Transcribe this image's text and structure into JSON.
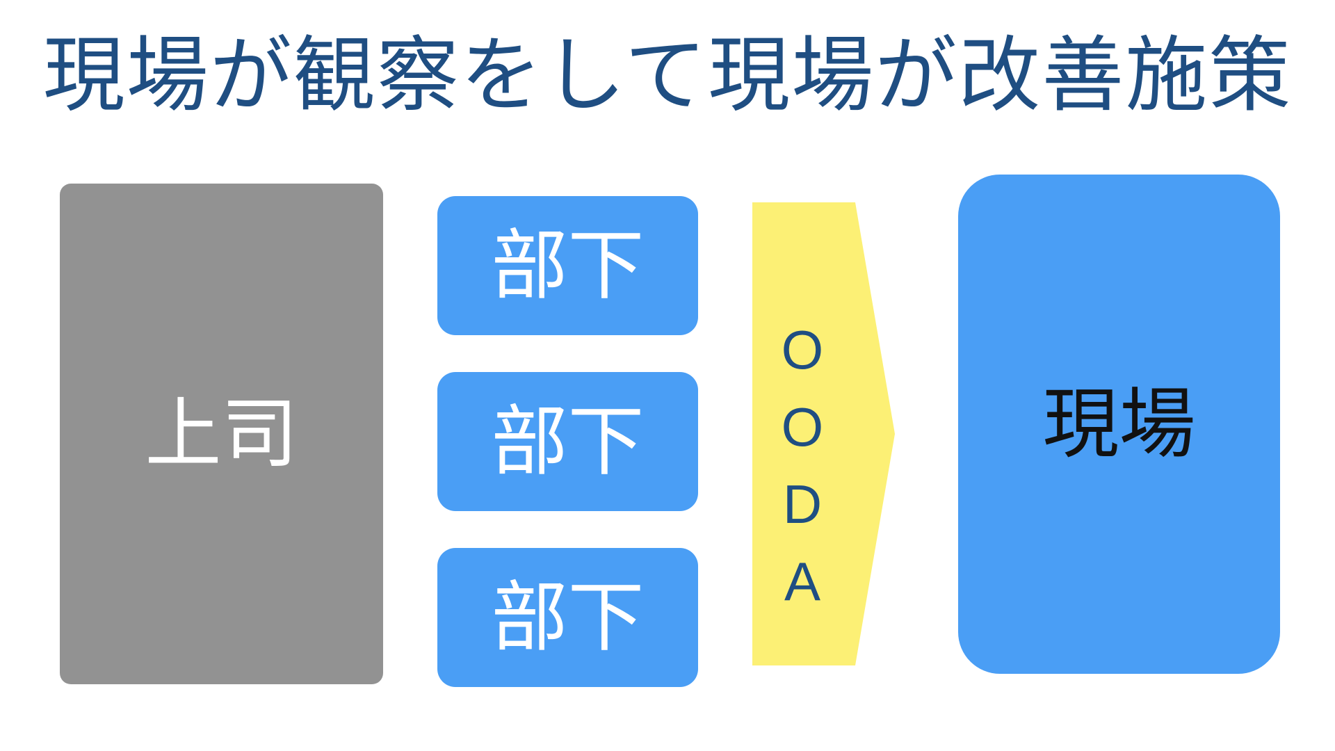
{
  "title": "現場が観察をして現場が改善施策",
  "boss": {
    "label": "上司"
  },
  "subordinates": [
    {
      "label": "部下"
    },
    {
      "label": "部下"
    },
    {
      "label": "部下"
    }
  ],
  "arrow": {
    "letters": [
      "O",
      "O",
      "D",
      "A"
    ],
    "color": "#fcf075",
    "text_color": "#1f4e82"
  },
  "field": {
    "label": "現場"
  },
  "colors": {
    "title": "#1f4e82",
    "boss_box": "#929292",
    "blue_box": "#4a9ef5"
  }
}
